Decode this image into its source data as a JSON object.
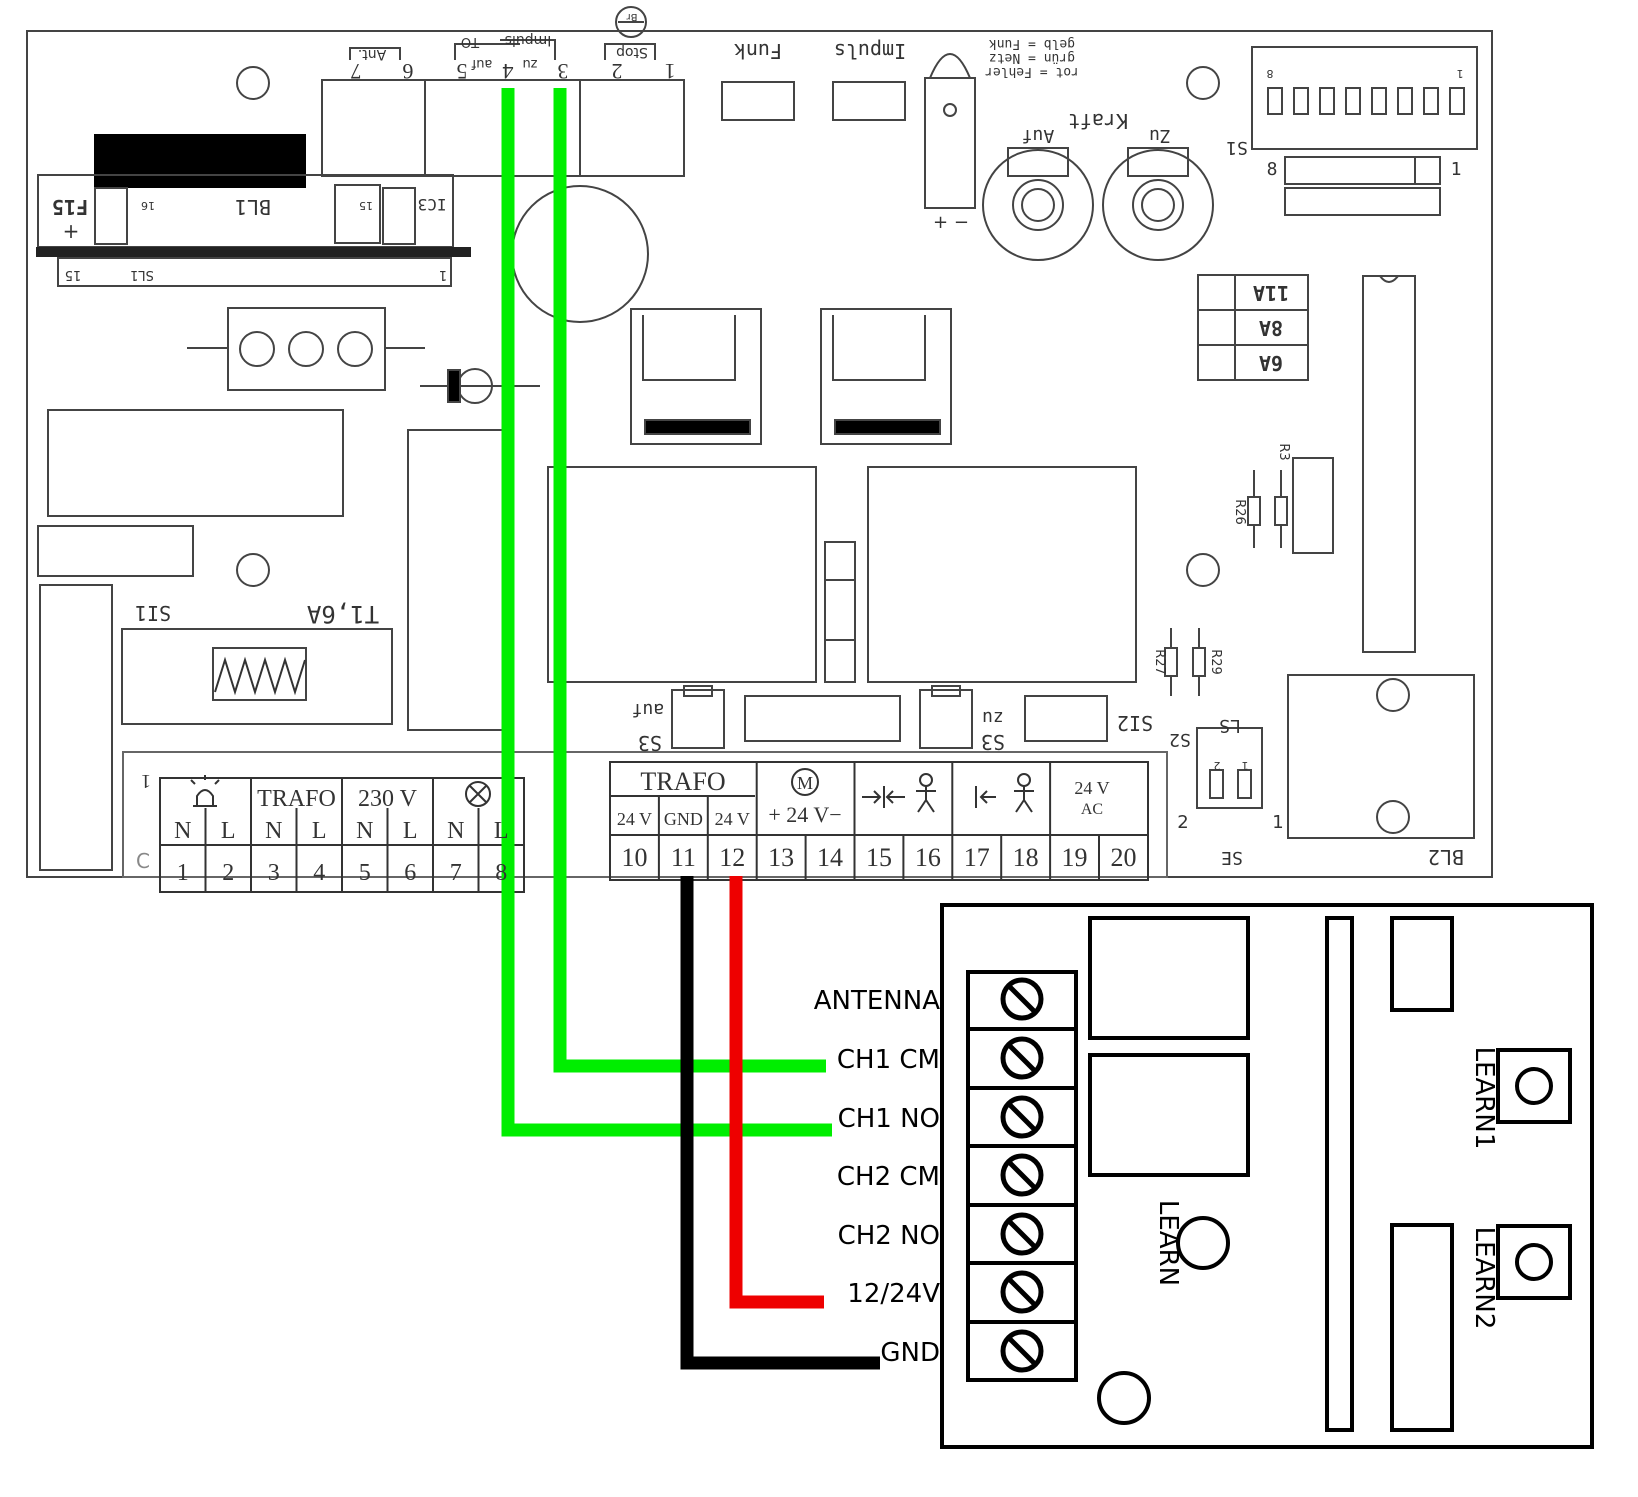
{
  "board": {
    "top_labels": {
      "ant": "Ant.",
      "impuls_small": "Impuls",
      "to": "TO",
      "auf": "auf",
      "zu": "zu",
      "br": "Br",
      "stop": "Stop",
      "funk": "Funk",
      "impuls": "Impuls",
      "legend_1": "gelb = Funk",
      "legend_2": "grün = Netz",
      "legend_3": "rot = Fehler",
      "kraft": "Kraft",
      "auf2": "Auf",
      "zu2": "Zu",
      "s1": "S1",
      "s1_8": "8",
      "s1_1": "1",
      "dip_8": "8",
      "dip_1": "1",
      "pin_1": "1",
      "pin_2": "2",
      "pin_3": "3",
      "pin_4": "4",
      "pin_5": "5",
      "pin_6": "6",
      "pin_7": "7",
      "plus_minus": "+ −"
    },
    "left_labels": {
      "f15": "F15",
      "bl1": "BL1",
      "ic3": "IC3",
      "sl1": "SL1",
      "n15": "15",
      "n1": "1",
      "t16a": "T1,6A",
      "si1": "SI1",
      "plus": "+",
      "p16": "16",
      "p15": "15"
    },
    "fuse_table": [
      "11A",
      "8A",
      "6A"
    ],
    "resistors": [
      "R3",
      "R26",
      "R27",
      "R29"
    ],
    "s3_auf": {
      "top": "auf",
      "bottom": "S3"
    },
    "s3_zu": {
      "top": "zu",
      "bottom": "S3"
    },
    "si2": "SI2",
    "ls": "LS",
    "s2": "S2",
    "se": "SE",
    "bl2": "BL2",
    "z2": "2",
    "z1": "1",
    "ls_pins": [
      "2",
      "1"
    ]
  },
  "terminals_left": {
    "label_1": "1",
    "label_c": "C",
    "groups": [
      {
        "name": "lamp-icon",
        "header": ""
      },
      {
        "name": "trafo",
        "header": "TRAFO"
      },
      {
        "name": "230v",
        "header": "230 V"
      },
      {
        "name": "x-icon",
        "header": ""
      }
    ],
    "nl": [
      "N",
      "L",
      "N",
      "L",
      "N",
      "L",
      "N",
      "L"
    ],
    "numbers": [
      "1",
      "2",
      "3",
      "4",
      "5",
      "6",
      "7",
      "8"
    ]
  },
  "terminals_right": {
    "trafo": "TRAFO",
    "sub": [
      "24 V",
      "GND",
      "24 V"
    ],
    "motor": "M",
    "motor_sub": "+ 24 V−",
    "ac_top": "24 V",
    "ac_bottom": "AC",
    "numbers": [
      "10",
      "11",
      "12",
      "13",
      "14",
      "15",
      "16",
      "17",
      "18",
      "19",
      "20"
    ]
  },
  "receiver": {
    "pins": [
      "ANTENNA",
      "CH1 CM",
      "CH1 NO",
      "CH2 CM",
      "CH2 NO",
      "12/24V",
      "GND"
    ],
    "learn": "LEARN",
    "learn1": "LEARN1",
    "learn2": "LEARN2"
  },
  "wires": {
    "green": "#00ee00",
    "red": "#ee0000",
    "black": "#000000"
  }
}
